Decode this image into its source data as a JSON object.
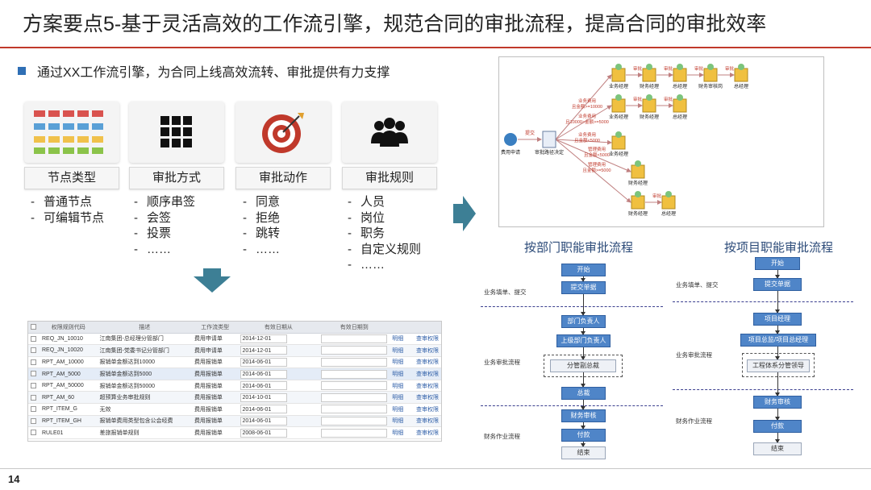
{
  "title": "方案要点5-基于灵活高效的工作流引擎，规范合同的审批流程，提高合同的审批效率",
  "bullet": "通过XX工作流引擎，为合同上线高效流转、审批提供有力支撑",
  "cards": [
    {
      "label": "节点类型",
      "items": [
        "普通节点",
        "可编辑节点"
      ]
    },
    {
      "label": "审批方式",
      "items": [
        "顺序串签",
        "会签",
        "投票",
        "……"
      ]
    },
    {
      "label": "审批动作",
      "items": [
        "同意",
        "拒绝",
        "跳转",
        "……"
      ]
    },
    {
      "label": "审批规则",
      "items": [
        "人员",
        "岗位",
        "职务",
        "自定义规则",
        "……"
      ]
    }
  ],
  "table": {
    "headers": [
      "权限规则代码",
      "描述",
      "工作流类型",
      "有效日期从",
      "有效日期到"
    ],
    "rows": [
      {
        "code": "REQ_JN_10010",
        "desc": "江南集团-总经理分管部门",
        "type": "费用申请单",
        "from": "2014-12-01",
        "link1": "明细",
        "link2": "查审权限"
      },
      {
        "code": "REQ_JN_10020",
        "desc": "江南集团-党委书记分管部门",
        "type": "费用申请单",
        "from": "2014-12-01",
        "link1": "明细",
        "link2": "查审权限"
      },
      {
        "code": "RPT_AM_10000",
        "desc": "报销单金额达到10000",
        "type": "费用报销单",
        "from": "2014-06-01",
        "link1": "明细",
        "link2": "查审权限"
      },
      {
        "code": "RPT_AM_5000",
        "desc": "报销单金额达到5000",
        "type": "费用报销单",
        "from": "2014-06-01",
        "link1": "明细",
        "link2": "查审权限"
      },
      {
        "code": "RPT_AM_50000",
        "desc": "报销单金额达到50000",
        "type": "费用报销单",
        "from": "2014-06-01",
        "link1": "明细",
        "link2": "查审权限"
      },
      {
        "code": "RPT_AM_60",
        "desc": "超预算业务审批规则",
        "type": "费用报销单",
        "from": "2014-10-01",
        "link1": "明细",
        "link2": "查审权限"
      },
      {
        "code": "RPT_ITEM_G",
        "desc": "无效",
        "type": "费用报销单",
        "from": "2014-06-01",
        "link1": "明细",
        "link2": "查审权限"
      },
      {
        "code": "RPT_ITEM_GH",
        "desc": "报销单费用类型包含公会经费",
        "type": "费用报销单",
        "from": "2014-06-01",
        "link1": "明细",
        "link2": "查审权限"
      },
      {
        "code": "RULE01",
        "desc": "差旅报销单规则",
        "type": "费用报销单",
        "from": "2008-06-01",
        "link1": "明细",
        "link2": "查审权限"
      }
    ]
  },
  "routing": {
    "start_label": "费用申请",
    "hub_label": "审批路径决定",
    "submit": "提交",
    "approve": "审批",
    "conditions": [
      "业务费用\n且金额>=10000",
      "业务费用\n且10000>金额>=5000",
      "业务费用\n且金额<5000",
      "管理费用\n且金额<5000",
      "管理费用\n且金额>=5000"
    ],
    "rows": [
      [
        "业务经理",
        "财务经理",
        "总经理",
        "财务审核岗",
        "总经理"
      ],
      [
        "业务经理",
        "财务经理",
        "总经理"
      ],
      [
        "业务经理"
      ],
      [
        "财务经理"
      ],
      [
        "财务经理",
        "总经理"
      ]
    ]
  },
  "dept_flow": {
    "title": "按部门职能审批流程",
    "lanes": [
      "业务填单、提交",
      "业务审批流程",
      "财务作业流程"
    ],
    "nodes": [
      "开始",
      "提交单据",
      "部门负责人",
      "上级部门负责人",
      "分管副总裁",
      "总裁",
      "财务审核",
      "付款",
      "结束"
    ]
  },
  "proj_flow": {
    "title": "按项目职能审批流程",
    "lanes": [
      "业务填单、提交",
      "业务审批流程",
      "财务作业流程"
    ],
    "nodes": [
      "开始",
      "提交单据",
      "项目经理",
      "项目总监/项目总经理",
      "工程体系分管领导",
      "财务审核",
      "付款",
      "结束"
    ]
  },
  "page_number": "14",
  "colors": {
    "accent_rule": "#c0392b",
    "bullet": "#2f6fb5",
    "arrow": "#3d7f95",
    "flow_box": "#4f85c8"
  }
}
